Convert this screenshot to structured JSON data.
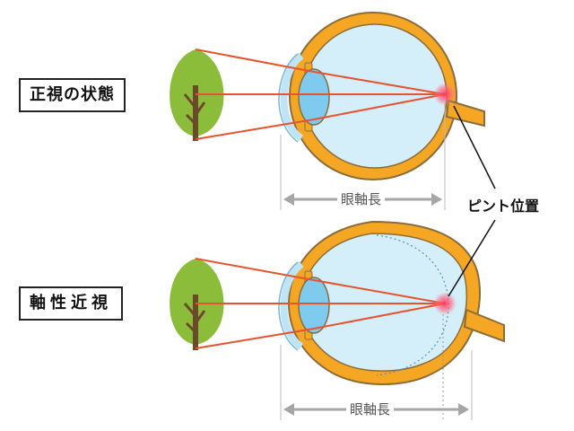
{
  "labels": {
    "normal": "正視の状態",
    "axial_myopia": "軸性近視",
    "focus_position": "ピント位置",
    "axial_length_top": "眼軸長",
    "axial_length_bottom": "眼軸長"
  },
  "colors": {
    "sclera": "#f5a623",
    "eye_outline": "#8a6d3b",
    "vitreous": "#d4eefa",
    "lens": "#7ecbef",
    "cornea": "#bfe4f6",
    "ray": "#e8532f",
    "focus": "#ff4d6a",
    "tree_foliage": "#8bbd3a",
    "tree_trunk": "#6b4a2b",
    "arrow": "#a6a6a6",
    "dotted": "#5a8fb8"
  },
  "icons": {
    "object": "tree-icon"
  }
}
